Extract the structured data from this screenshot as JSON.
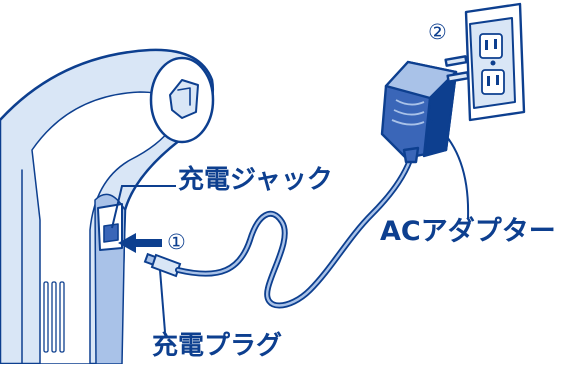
{
  "labels": {
    "charging_jack": "充電ジャック",
    "ac_adapter": "ACアダプター",
    "charging_plug": "充電プラグ"
  },
  "steps": {
    "step1": "①",
    "step2": "②"
  },
  "colors": {
    "outline": "#0d3f8f",
    "fill_light": "#d9e6f6",
    "fill_mid": "#a9c2e8",
    "fill_dark": "#3a66b8",
    "cable": "#0d3f8f"
  },
  "icons": {
    "insert_arrow_1": "arrow-left-icon",
    "insert_arrow_2": "arrow-right-icon"
  }
}
